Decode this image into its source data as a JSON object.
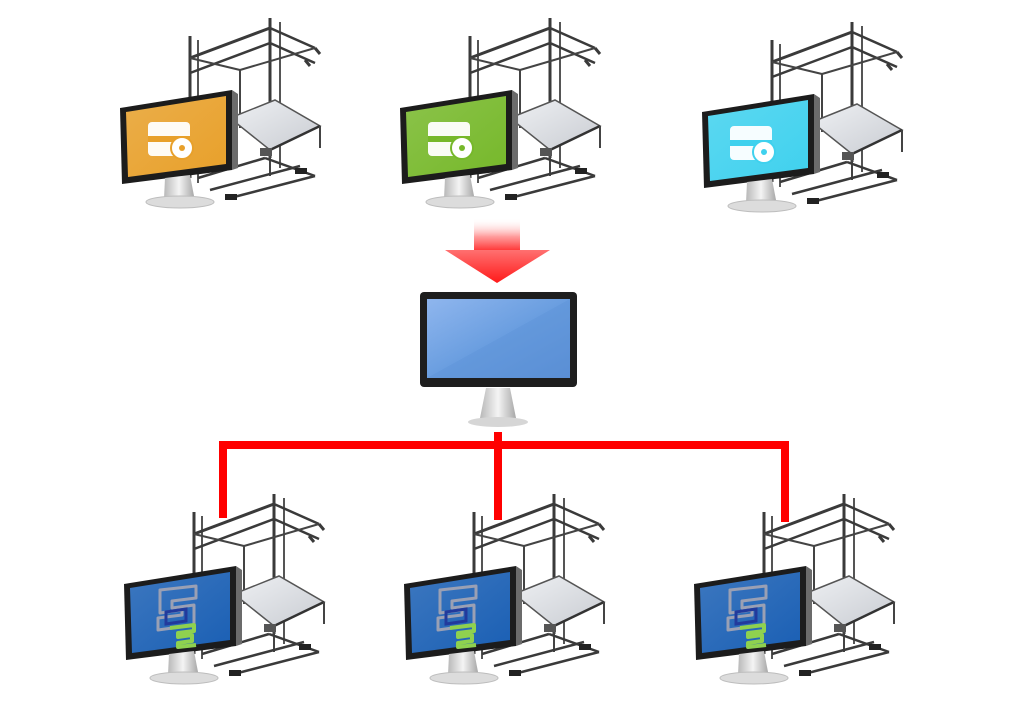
{
  "diagram": {
    "top_stations": [
      {
        "id": "station-top-1",
        "screen_color": "#e8a02a",
        "icon": "software-install-icon"
      },
      {
        "id": "station-top-2",
        "screen_color": "#76b82a",
        "icon": "software-install-icon"
      },
      {
        "id": "station-top-3",
        "screen_color": "#3fd1ee",
        "icon": "software-install-icon"
      }
    ],
    "bottom_stations": [
      {
        "id": "station-bottom-1",
        "screen_color": "#1a5fb4",
        "icon": "se-logo-icon"
      },
      {
        "id": "station-bottom-2",
        "screen_color": "#1a5fb4",
        "icon": "se-logo-icon"
      },
      {
        "id": "station-bottom-3",
        "screen_color": "#1a5fb4",
        "icon": "se-logo-icon"
      }
    ],
    "central_monitor": {
      "screen_color": "#6a9ee0",
      "icon": "monitor-icon"
    },
    "arrow": {
      "color": "#ff2020",
      "icon": "down-arrow-icon"
    },
    "connection_color": "#ff0000"
  }
}
